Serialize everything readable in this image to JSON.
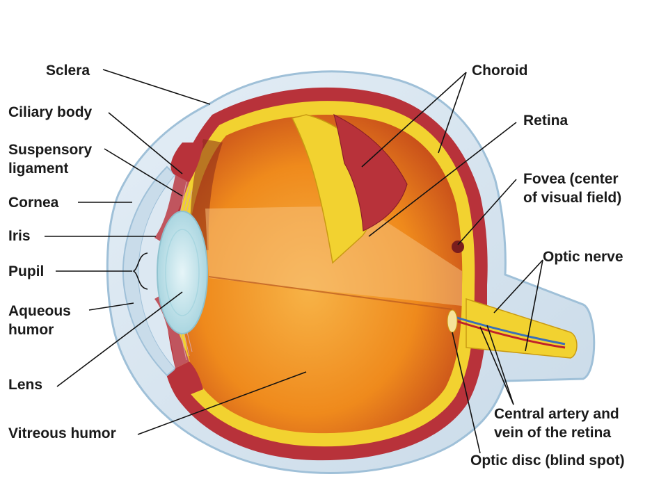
{
  "labels": {
    "sclera": "Sclera",
    "ciliary_body": "Ciliary body",
    "suspensory_ligament": "Suspensory\nligament",
    "cornea": "Cornea",
    "iris": "Iris",
    "pupil": "Pupil",
    "aqueous_humor": "Aqueous\nhumor",
    "lens": "Lens",
    "vitreous_humor": "Vitreous humor",
    "choroid": "Choroid",
    "retina": "Retina",
    "fovea": "Fovea (center\nof visual field)",
    "optic_nerve": "Optic nerve",
    "central_artery": "Central artery and\nvein of the retina",
    "optic_disc": "Optic disc (blind spot)"
  },
  "colors": {
    "sclera_fill": "#d6e4ef",
    "sclera_edge": "#9fc0d8",
    "choroid": "#b8323a",
    "retina": "#f2d230",
    "vitreous": "#ef8a1c",
    "vitreous_dark": "#c2461a",
    "lens": "#bfe3ec",
    "leader_line": "#111111"
  }
}
